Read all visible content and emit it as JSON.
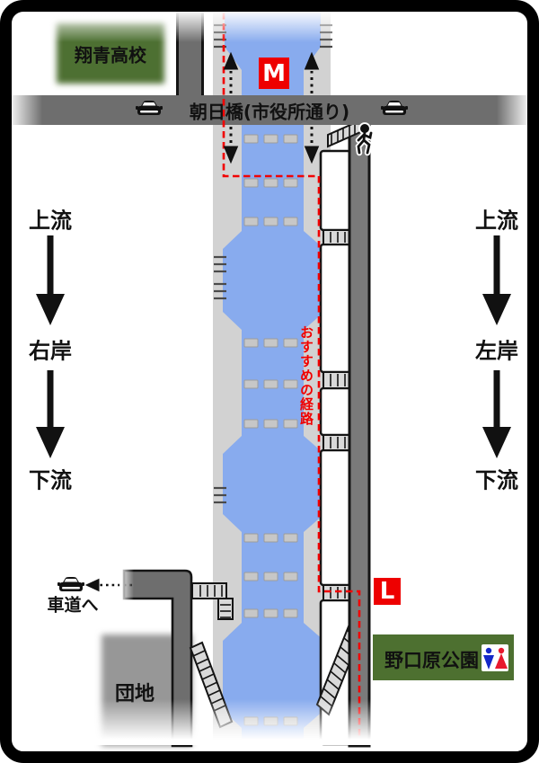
{
  "landmarks": {
    "school": "翔青高校",
    "bridge": "朝日橋(市役所通り)",
    "park": "野口原公園",
    "housing": "団地"
  },
  "markers": {
    "m": "M",
    "l": "L"
  },
  "route": {
    "label": "おすすめの経路"
  },
  "flow_left": {
    "upstream": "上流",
    "bank": "右岸",
    "downstream": "下流"
  },
  "flow_right": {
    "upstream": "上流",
    "bank": "左岸",
    "downstream": "下流"
  },
  "to_road": "車道へ",
  "icons": {
    "car": "car-icon",
    "pedestrian": "pedestrian-icon",
    "toilet": "toilet-icon"
  },
  "colors": {
    "river": "#88abee",
    "bank": "#d2d2d2",
    "road": "#6e6e6e",
    "walk": "#7a7a7a",
    "red": "#ee0000",
    "routered": "#f10000",
    "green": "#4d7030",
    "danchi": "#979797",
    "stone": "#c7c7c7",
    "ink": "#111111"
  }
}
